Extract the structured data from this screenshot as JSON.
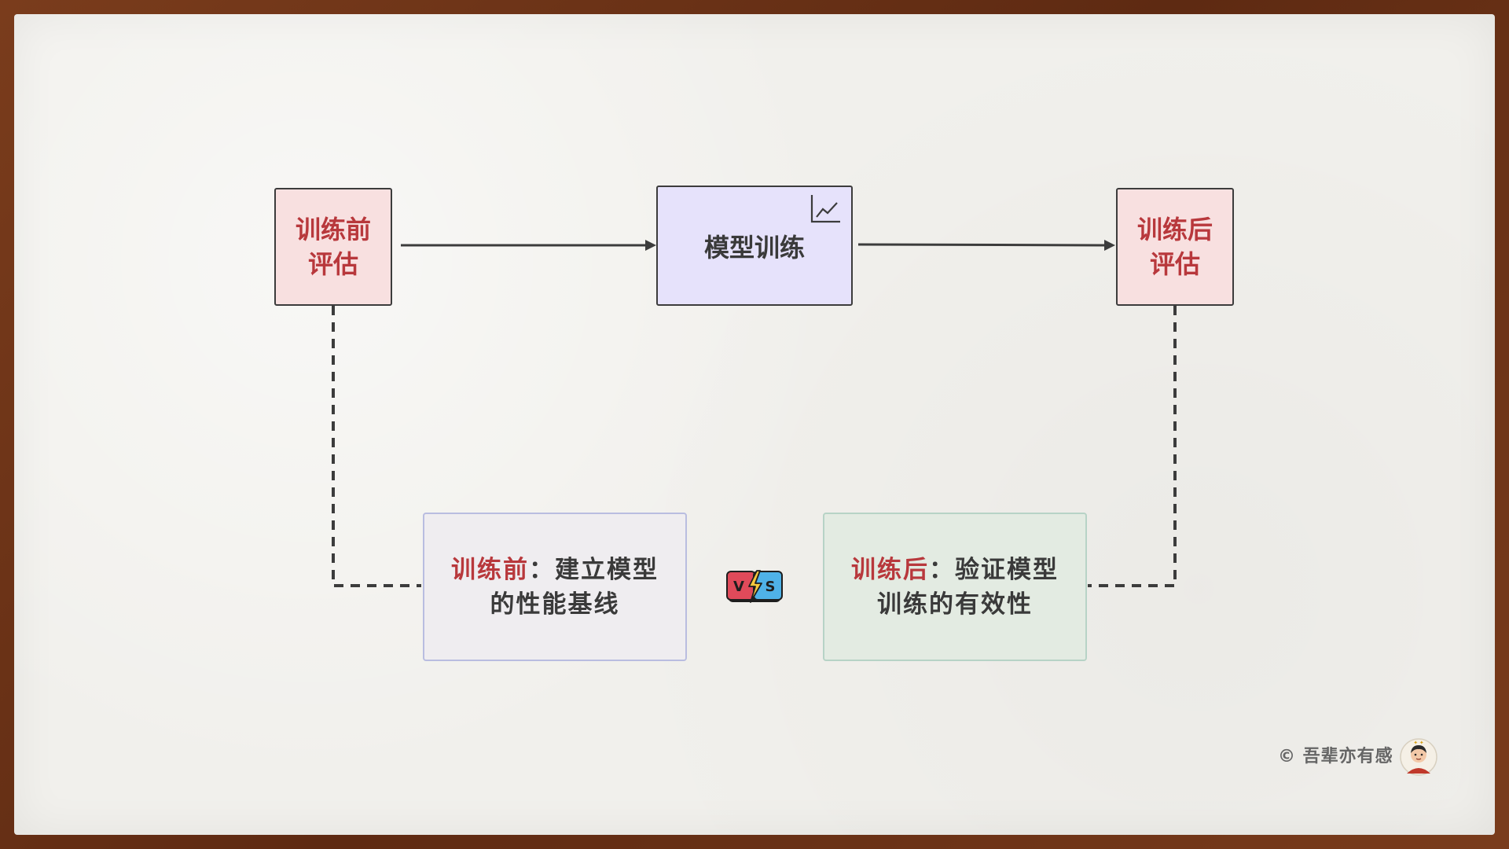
{
  "nodes": {
    "pre_eval": "训练前评估",
    "training": "模型训练",
    "post_eval": "训练后评估"
  },
  "descriptions": {
    "before": {
      "highlight": "训练前",
      "text": "：建立模型的性能基线"
    },
    "after": {
      "highlight": "训练后",
      "text": "：验证模型训练的有效性"
    }
  },
  "vs_badge": {
    "left_letter": "V",
    "right_letter": "S"
  },
  "watermark": "© 吾辈亦有感",
  "colors": {
    "eval_fill": "#f8e0e0",
    "eval_text": "#b8383c",
    "training_fill": "#e6e2fb",
    "desc_before_fill": "#efedf0",
    "desc_after_fill": "#e3ebe2",
    "frame": "#6e3418"
  },
  "icons": [
    "line-chart-icon",
    "vs-badge-icon",
    "avatar"
  ]
}
